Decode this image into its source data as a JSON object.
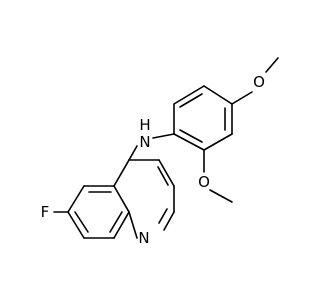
{
  "molecule": {
    "atoms": [
      {
        "id": "F",
        "label": "F"
      },
      {
        "id": "NH",
        "label": "N"
      },
      {
        "id": "H",
        "label": "H"
      },
      {
        "id": "Nq",
        "label": "N"
      },
      {
        "id": "O1",
        "label": "O"
      },
      {
        "id": "O2",
        "label": "O"
      }
    ],
    "bond_color": "#000000",
    "label_color": "#000000"
  }
}
